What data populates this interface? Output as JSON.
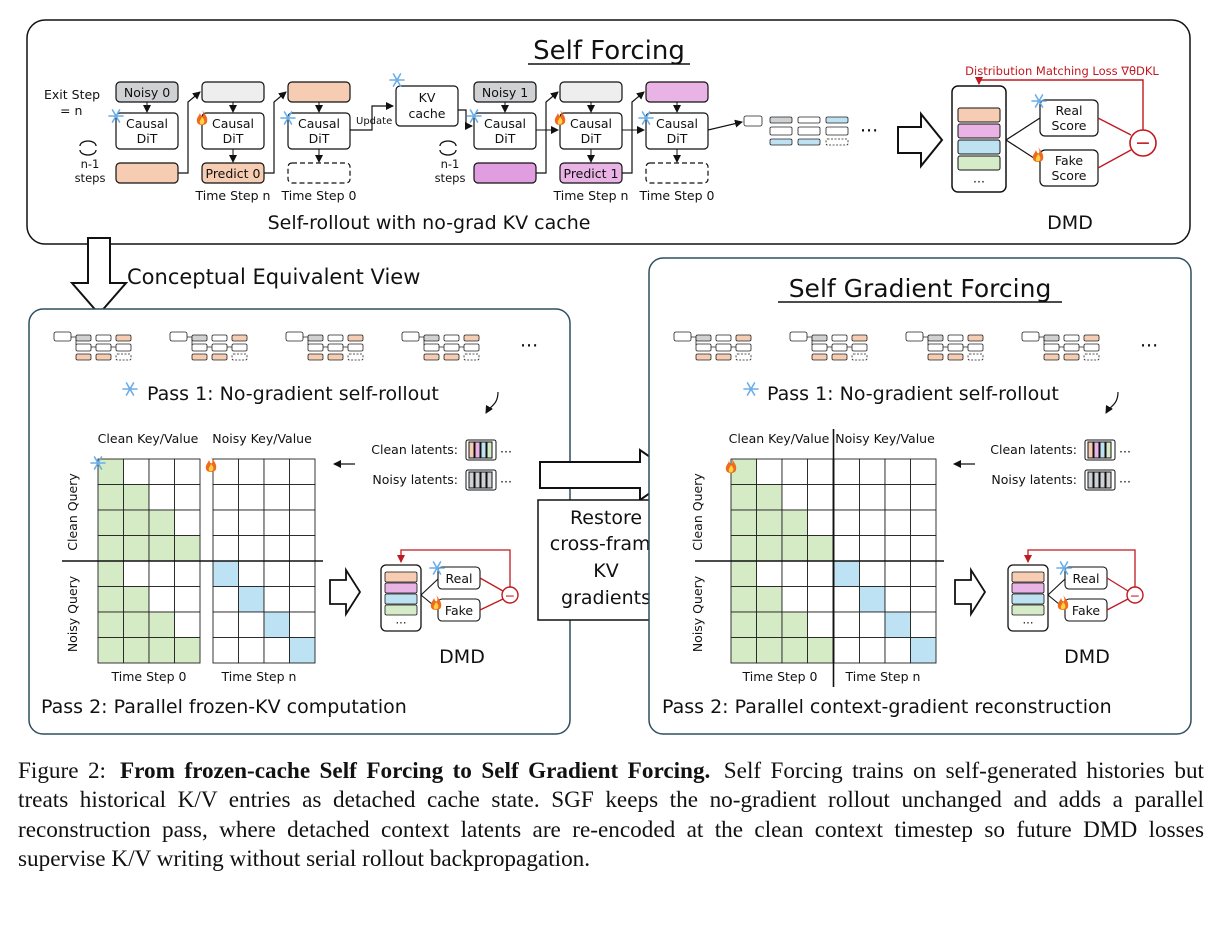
{
  "top_panel": {
    "title": "Self Forcing",
    "exit_step_line1": "Exit Step",
    "exit_step_line2": "= n",
    "noisy0": "Noisy 0",
    "noisy1": "Noisy 1",
    "causal": "Causal",
    "dit": "DiT",
    "n1_line1": "n-1",
    "n1_line2": "steps",
    "predict0": "Predict 0",
    "predict1": "Predict 1",
    "time_step_n": "Time Step n",
    "time_step_0": "Time Step 0",
    "update": "Update",
    "kv_line1": "KV",
    "kv_line2": "cache",
    "ellipsis": "···",
    "dist_loss": "Distribution Matching Loss ∇θDKL",
    "real_score_line1": "Real",
    "real_score_line2": "Score",
    "fake_score_line1": "Fake",
    "fake_score_line2": "Score",
    "minus": "−",
    "dmd": "DMD",
    "caption": "Self-rollout with no-grad KV cache"
  },
  "arrow_label": "Conceptual Equivalent View",
  "left_panel": {
    "pass1": "Pass 1: No-gradient self-rollout",
    "clean_kv": "Clean Key/Value",
    "noisy_kv": "Noisy Key/Value",
    "clean_latents": "Clean latents:",
    "noisy_latents": "Noisy latents:",
    "clean_query": "Clean Query",
    "noisy_query": "Noisy Query",
    "ts0": "Time Step 0",
    "tsn": "Time Step n",
    "real": "Real",
    "fake": "Fake",
    "dmd": "DMD",
    "pass2": "Pass 2: Parallel frozen-KV computation"
  },
  "center_box": {
    "line1": "Restore",
    "line2": "cross-frame",
    "line3": "KV",
    "line4": "gradients"
  },
  "right_panel": {
    "title": "Self Gradient Forcing",
    "pass1": "Pass 1: No-gradient self-rollout",
    "clean_kv": "Clean Key/Value",
    "noisy_kv": "Noisy Key/Value",
    "clean_latents": "Clean latents:",
    "noisy_latents": "Noisy latents:",
    "clean_query": "Clean Query",
    "noisy_query": "Noisy Query",
    "ts0": "Time Step 0",
    "tsn": "Time Step n",
    "real": "Real",
    "fake": "Fake",
    "dmd": "DMD",
    "pass2": "Pass 2: Parallel context-gradient reconstruction"
  },
  "figure_caption": {
    "label": "Figure 2:",
    "bold": "From frozen-cache Self Forcing to Self Gradient Forcing.",
    "body": "Self Forcing trains on self-generated histories but treats historical K/V entries as detached cache state. SGF keeps the no-gradient rollout unchanged and adds a parallel reconstruction pass, where detached context latents are re-encoded at the clean context timestep so future DMD losses supervise K/V writing without serial rollout backpropagation."
  },
  "colors": {
    "gray": "#cfd1d3",
    "orange": "#f6cdb3",
    "pink": "#e9b3e6",
    "purple": "#dcc6ee",
    "blue": "#bfe2f3",
    "green": "#d6ecc8",
    "grid_green": "#d4ebc5",
    "grid_blue": "#bde2f3",
    "red": "#c0191f",
    "panel_border": "#2f4f5e"
  }
}
